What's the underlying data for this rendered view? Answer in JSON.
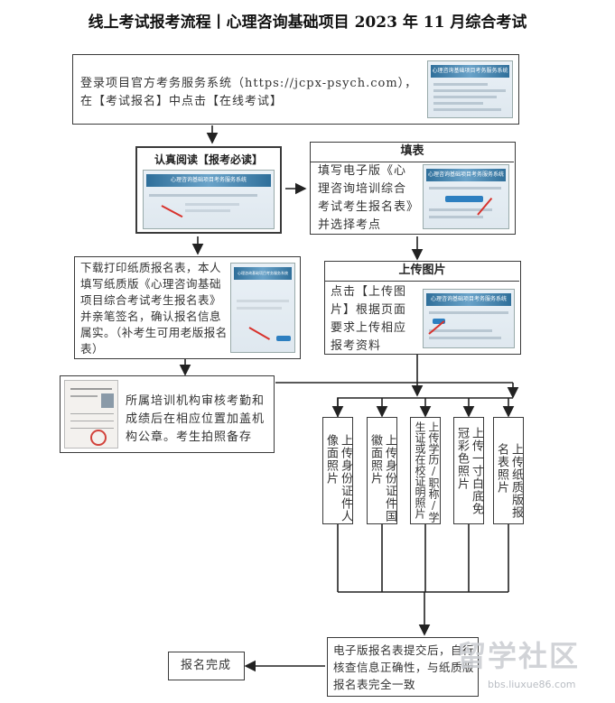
{
  "title": "线上考试报考流程丨心理咨询基础项目 2023 年 11 月综合考试",
  "step1": {
    "text": "登录项目官方考务服务系统（https://jcpx-psych.com），在【考试报名】中点击【在线考试】"
  },
  "step2": {
    "header": "认真阅读【报考必读】"
  },
  "step3": {
    "header": "填表",
    "text": "填写电子版《心理咨询培训综合考试考生报名表》并选择考点"
  },
  "step4": {
    "text": "下载打印纸质报名表，本人填写纸质版《心理咨询基础项目综合考试考生报名表》并亲笔签名，确认报名信息属实。（补考生可用老版报名表）"
  },
  "step5": {
    "header": "上传图片",
    "text": "点击【上传图片】根据页面要求上传相应报考资料"
  },
  "step6": {
    "text": "所属培训机构审核考勤和成绩后在相应位置加盖机构公章。考生拍照备存"
  },
  "uploads": [
    {
      "label": "上传身份证件人像面照片"
    },
    {
      "label": "上传身份证件国徽面照片"
    },
    {
      "label": "上传学历/职称/学生证或在校证明照片"
    },
    {
      "label": "上传一寸白底免冠彩色照片"
    },
    {
      "label": "上传纸质版报名表照片"
    }
  ],
  "step7": {
    "text": "电子版报名表提交后，自行核查信息正确性，与纸质版报名表完全一致"
  },
  "final": {
    "text": "报名完成"
  },
  "watermark": {
    "text": "留学社区",
    "url": "bbs.liuxue86.com"
  },
  "thumb_banner": "心理咨询基础项目考务服务系统"
}
